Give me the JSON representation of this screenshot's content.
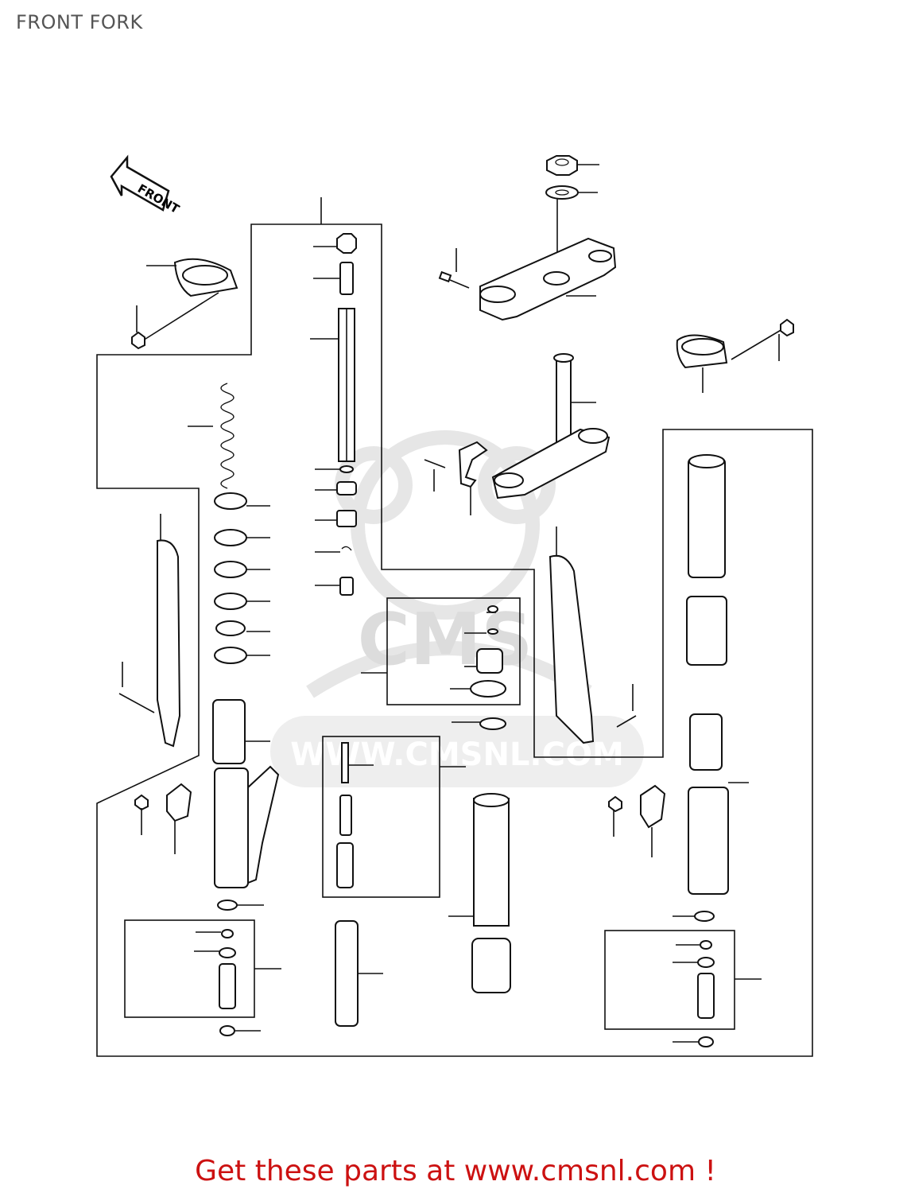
{
  "page": {
    "title": "FRONT FORK"
  },
  "diagram": {
    "direction_arrow_label": "FRONT",
    "watermark": {
      "url_text": "WWW.CMSNL.COM",
      "logo_text": "CMS"
    }
  },
  "footer": {
    "cta_text": "Get these parts at www.cmsnl.com !"
  },
  "colors": {
    "cta": "#cc1111",
    "line": "#111111",
    "watermark": "#dcdcdc",
    "title": "#555555"
  }
}
